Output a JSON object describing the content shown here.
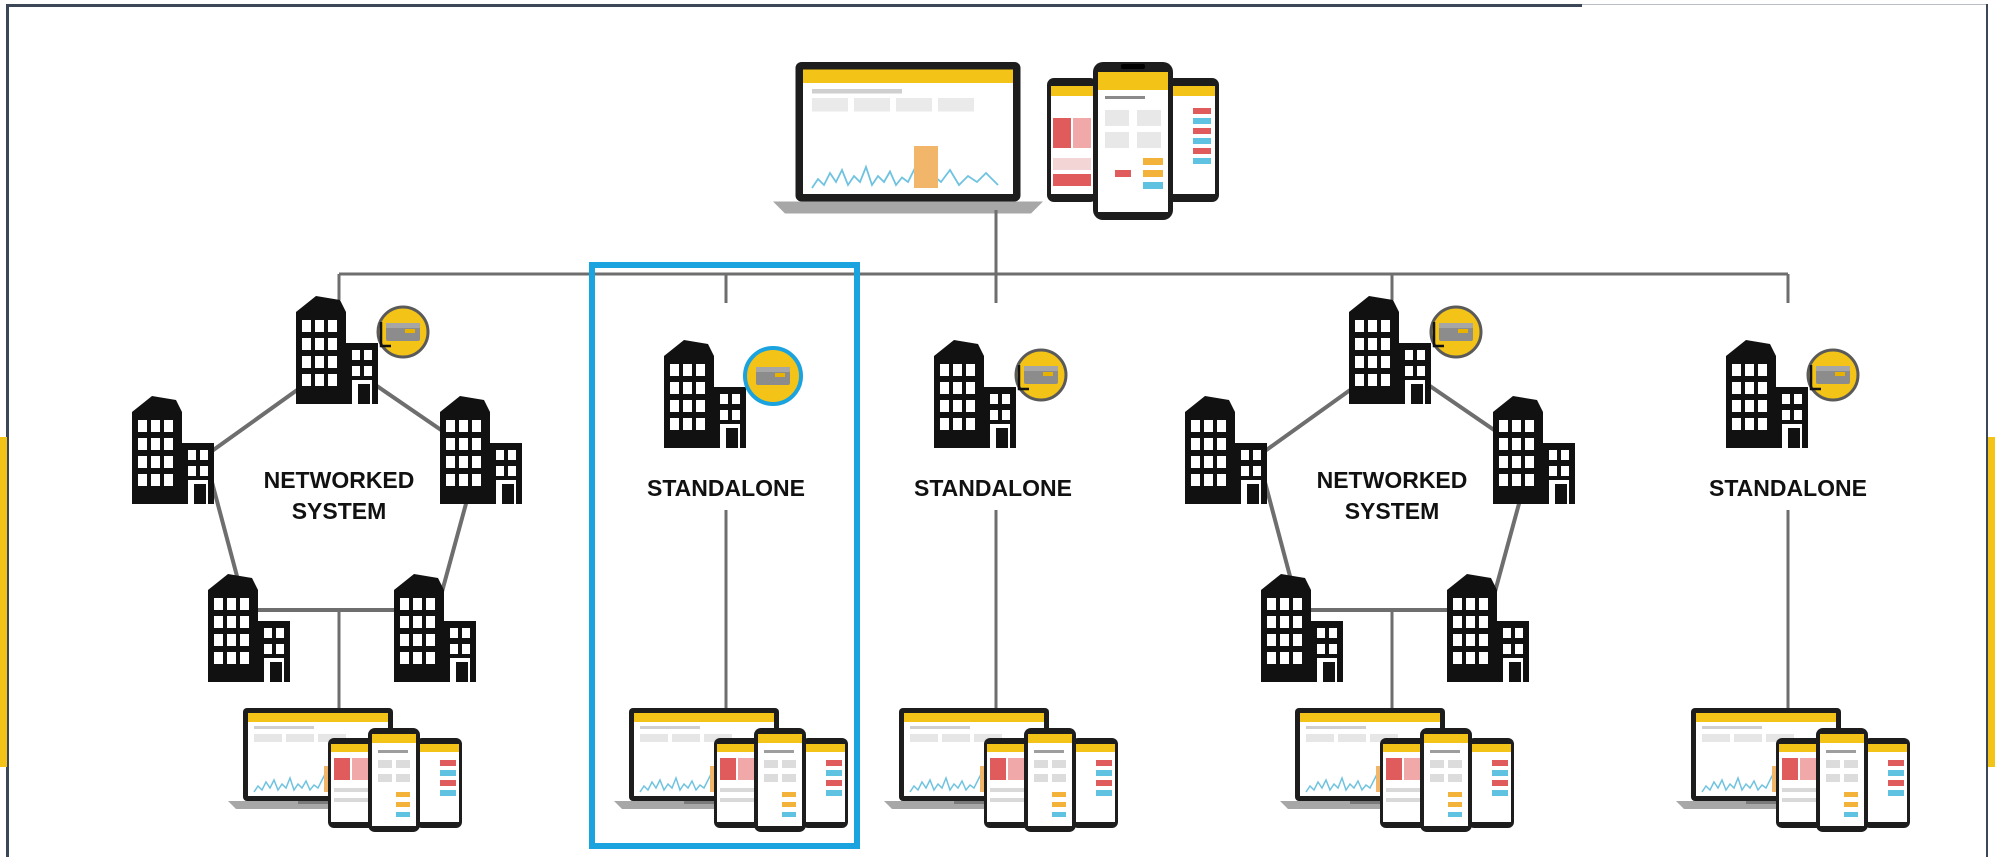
{
  "labels": {
    "networked_1": [
      "NETWORKED",
      "SYSTEM"
    ],
    "standalone_1": "STANDALONE",
    "standalone_2": "STANDALONE",
    "networked_2": [
      "NETWORKED",
      "SYSTEM"
    ],
    "standalone_3": "STANDALONE"
  },
  "colors": {
    "brand_yellow": "#f3c317",
    "highlight_blue": "#1aa3df",
    "line_gray": "#6e6e6e",
    "building_black": "#111111"
  },
  "icons": [
    "laptop-icon",
    "smartphone-icon",
    "building-icon",
    "gateway-device-icon"
  ]
}
